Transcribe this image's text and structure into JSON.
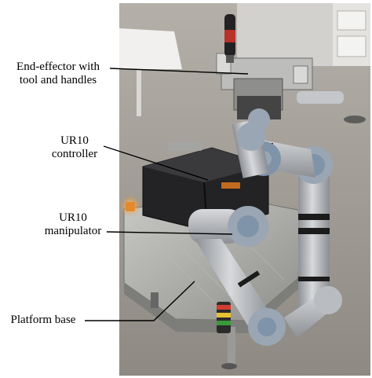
{
  "figure": {
    "labels": {
      "end_effector_line1": "End-effector with",
      "end_effector_line2": "tool and handles",
      "controller_line1": "UR10",
      "controller_line2": "controller",
      "manipulator_line1": "UR10",
      "manipulator_line2": "manipulator",
      "platform": "Platform base"
    },
    "colors": {
      "background": "#ffffff",
      "floor": "#9a968f",
      "wall": "#d8d6d2",
      "case": "#1f1f21",
      "arm_silver": "#b9bcc0",
      "arm_blue": "#7f93a9",
      "arm_band": "#1b1b1b",
      "platform": "#a9a9a6",
      "orange_light": "#e58a2a"
    }
  }
}
